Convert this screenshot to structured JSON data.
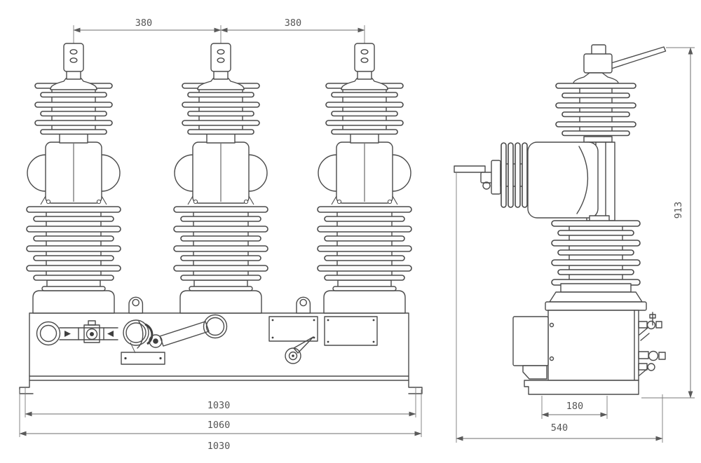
{
  "drawing": {
    "colors": {
      "background": "#ffffff",
      "line": "#4b4b4b",
      "dimension_line": "#6e6e6e",
      "dimension_text": "#555555"
    },
    "front_view": {
      "top_dimensions": [
        {
          "label": "380"
        },
        {
          "label": "380"
        }
      ],
      "bottom_dimensions": [
        {
          "label": "1030"
        },
        {
          "label": "1060"
        },
        {
          "label": "1030"
        }
      ]
    },
    "side_view": {
      "base_dimension": {
        "label": "180"
      },
      "overall_depth_dimension": {
        "label": "540"
      },
      "overall_height_dimension": {
        "label": "913"
      }
    }
  }
}
